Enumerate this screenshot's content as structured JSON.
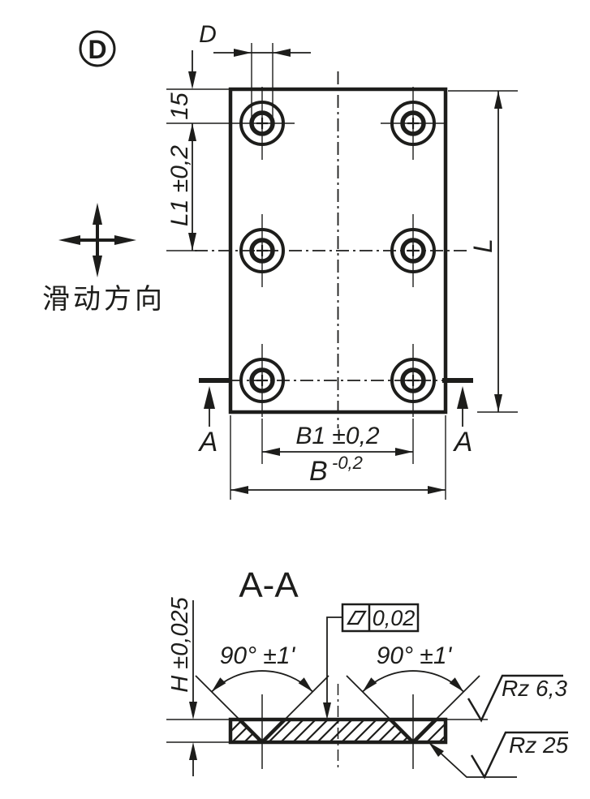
{
  "drawing": {
    "detail_label": "D",
    "slide_direction_label": "滑动方向",
    "main_view": {
      "dim_hole_diameter": "D",
      "dim_edge_distance": "15",
      "dim_hole_pitch_vertical": "L1 ±0,2",
      "dim_plate_length": "L",
      "dim_hole_pitch_horizontal": "B1 ±0,2",
      "dim_plate_width_base": "B",
      "dim_plate_width_tolerance": "-0,2",
      "cut_label_left": "A",
      "cut_label_right": "A"
    },
    "section_view": {
      "title": "A-A",
      "dim_plate_height": "H ±0,025",
      "dim_countersink_angle_left": "90° ±1'",
      "dim_countersink_angle_right": "90° ±1'",
      "flatness_tolerance_value": "0,02",
      "surface_roughness_top": "Rz 6,3",
      "surface_roughness_bottom": "Rz 25"
    },
    "colors": {
      "ink": "#1d1d1b",
      "paper": "#ffffff"
    }
  }
}
